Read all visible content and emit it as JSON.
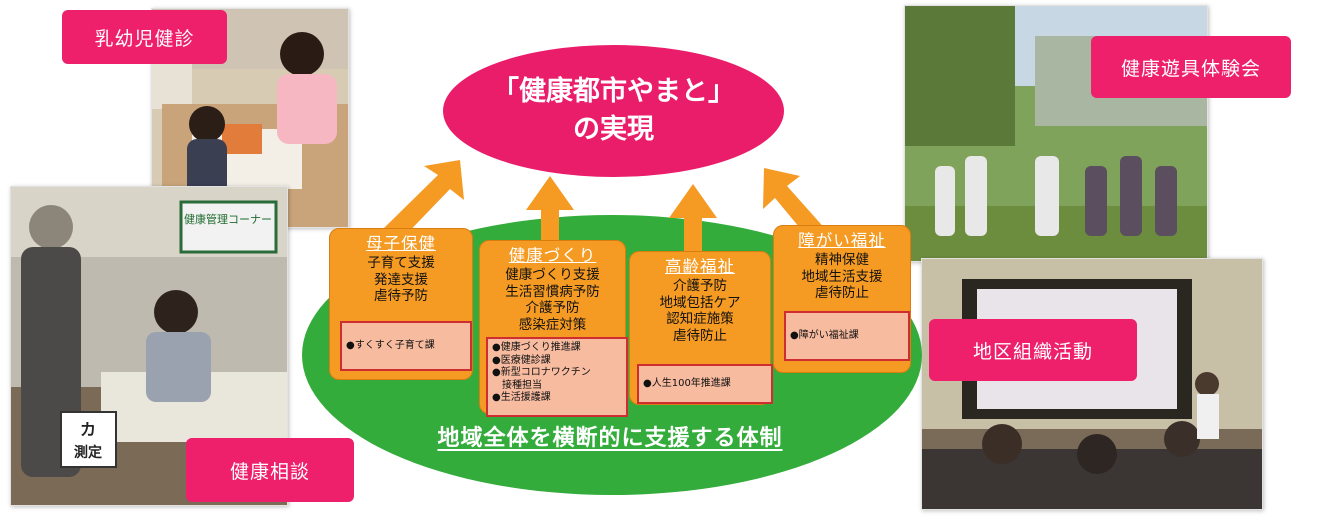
{
  "goal": {
    "line1": "「健康都市やまと」",
    "line2": "の実現"
  },
  "base_label": "地域全体を横断的に支援する体制",
  "boxes": [
    {
      "title": "母子保健",
      "items": [
        "子育て支援",
        "発達支援",
        "虐待予防"
      ],
      "dept": [
        "●すくすく子育て課"
      ]
    },
    {
      "title": "健康づくり",
      "items": [
        "健康づくり支援",
        "生活習慣病予防",
        "介護予防",
        "感染症対策"
      ],
      "dept": [
        "●健康づくり推進課",
        "●医療健診課",
        "●新型コロナワクチン",
        "　接種担当",
        "●生活援護課"
      ]
    },
    {
      "title": "高齢福祉",
      "items": [
        "介護予防",
        "地域包括ケア",
        "認知症施策",
        "虐待防止"
      ],
      "dept": [
        "●人生100年推進課"
      ]
    },
    {
      "title": "障がい福祉",
      "items": [
        "精神保健",
        "地域生活支援",
        "虐待防止"
      ],
      "dept": [
        "●障がい福祉課"
      ]
    }
  ],
  "tags": {
    "infant_checkup": "乳幼児健診",
    "consultation": "健康相談",
    "equipment_event": "健康遊具体験会",
    "district_activity": "地区組織活動"
  },
  "photo_signs": {
    "tent_banner": "健康管理コーナー",
    "measure_sign_top": "カ",
    "measure_sign_bottom": "測定"
  },
  "colors": {
    "pink": "#ea1d6b",
    "green": "#33ac3b",
    "orange": "#f59a22",
    "dept_fill": "#f7bba0",
    "dept_border": "#cf2e31"
  }
}
